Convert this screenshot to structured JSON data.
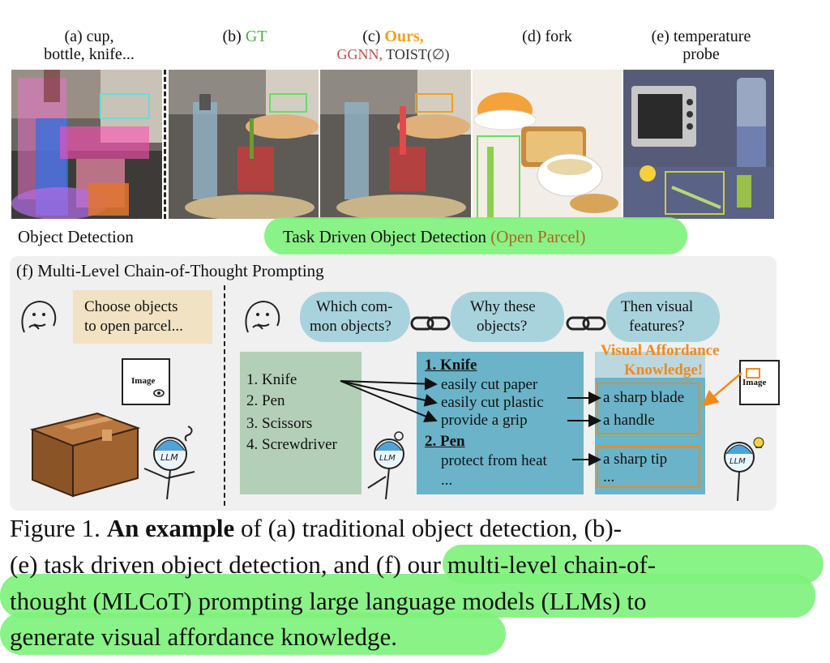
{
  "panels": {
    "a": {
      "line1": "(a) cup,",
      "line2": "bottle, knife..."
    },
    "b": {
      "prefix": "(b)",
      "name": "GT"
    },
    "c": {
      "prefix": "(c)",
      "ours": "Ours,",
      "ggnn": "GGNN,",
      "toist": "TOIST(∅)"
    },
    "d": {
      "text": "(d) fork"
    },
    "e": {
      "line1": "(e) temperature",
      "line2": "probe"
    }
  },
  "captions": {
    "object_detection": "Object Detection",
    "task_driven": "Task Driven Object Detection",
    "task_driven_paren": "(Open Parcel)"
  },
  "mlcot": {
    "title": "(f) Multi-Level Chain-of-Thought Prompting",
    "prompt_line1": "Choose objects",
    "prompt_line2": "to open parcel...",
    "image_label": "Image",
    "clouds": [
      {
        "line1": "Which com-",
        "line2": "mon objects?"
      },
      {
        "line1": "Why these",
        "line2": "objects?"
      },
      {
        "line1": "Then visual",
        "line2": "features?"
      }
    ],
    "objects": [
      "1. Knife",
      "2. Pen",
      "3. Scissors",
      "4. Screwdriver"
    ],
    "reasons": {
      "h1": "1. Knife",
      "r1": "easily cut paper",
      "r2": "easily cut plastic",
      "r3": "provide a grip",
      "h2": "2. Pen",
      "r4": "protect from heat",
      "r5": "..."
    },
    "knowledge_title_1": "Visual Affordance",
    "knowledge_title_2": "Knowledge!",
    "features": [
      "a sharp blade",
      "a handle",
      "a sharp tip",
      "..."
    ],
    "llm": "LLM",
    "colors": {
      "accent": "#f08a1c",
      "green": "#4cae4c",
      "red": "#c0504d",
      "teal": "#6bb3c8"
    }
  },
  "figure_caption": {
    "fig": "Figure 1.",
    "bold": "An example",
    "rest1": "of (a) traditional object detection, (b)-",
    "line2a": "(e) task driven object detection, and",
    "line2b": "(f) our multi-level chain-of-",
    "line3": "thought (MLCoT) prompting large language models (LLMs) to",
    "line4": "generate visual affordance knowledge."
  }
}
